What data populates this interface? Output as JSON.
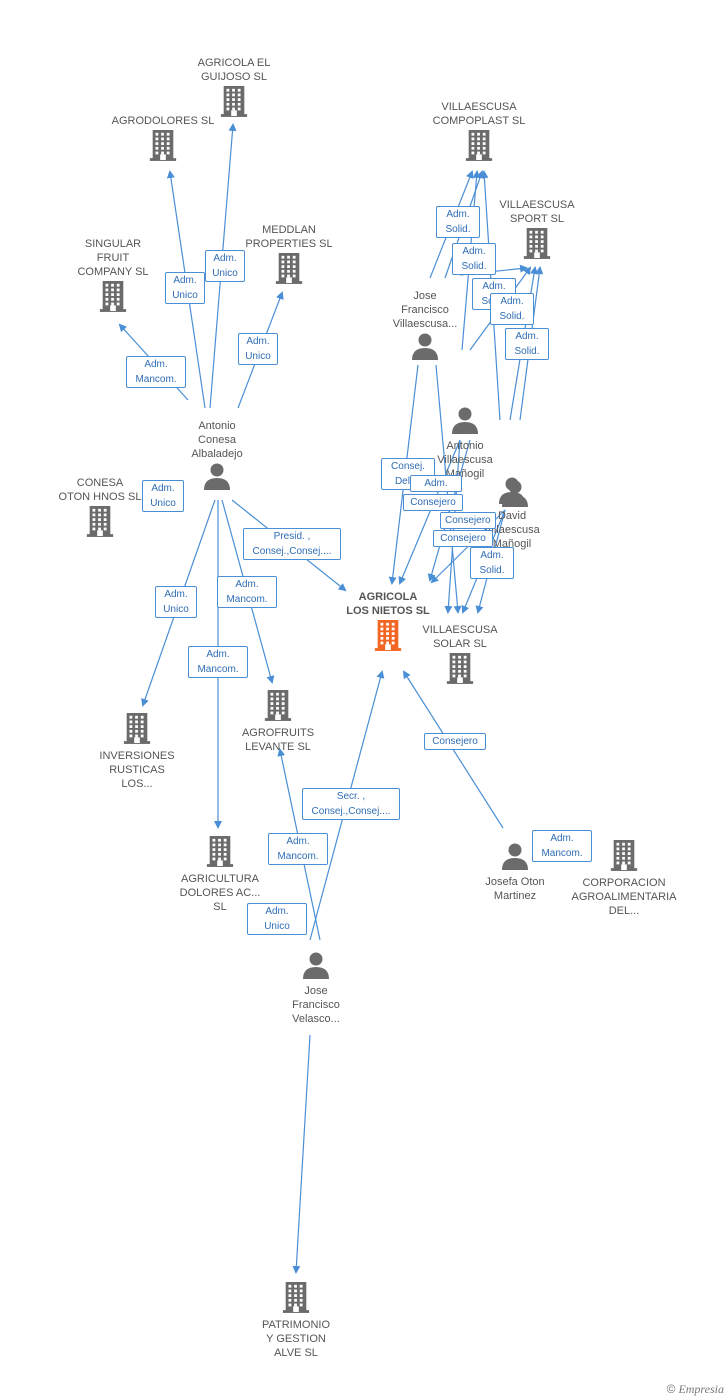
{
  "colors": {
    "edge": "#4a8fd6",
    "company": "#6b6b6b",
    "center": "#f26522",
    "person": "#6b6b6b"
  },
  "nodes": [
    {
      "id": "agricola_guijoso",
      "label": "AGRICOLA EL\nGUIJOSO  SL",
      "kind": "company"
    },
    {
      "id": "agrodolores",
      "label": "AGRODOLORES SL",
      "kind": "company"
    },
    {
      "id": "villaescusa_compoplast",
      "label": "VILLAESCUSA\nCOMPOPLAST SL",
      "kind": "company"
    },
    {
      "id": "villaescusa_sport",
      "label": "VILLAESCUSA\nSPORT SL",
      "kind": "company"
    },
    {
      "id": "meddlan",
      "label": "MEDDLAN\nPROPERTIES SL",
      "kind": "company"
    },
    {
      "id": "singular",
      "label": "SINGULAR\nFRUIT\nCOMPANY SL",
      "kind": "company"
    },
    {
      "id": "jose_fv",
      "label": "Jose\nFrancisco\nVillaescusa...",
      "kind": "person"
    },
    {
      "id": "antonio_vm",
      "label": "Antonio\nVillaescusa\nMañogil",
      "kind": "person"
    },
    {
      "id": "antonio_ca",
      "label": "Antonio\nConesa\nAlbaladejo",
      "kind": "person"
    },
    {
      "id": "david_vm",
      "label": "David\nVillaescusa\nMañogil",
      "kind": "person"
    },
    {
      "id": "conesa_oton",
      "label": "CONESA\nOTON HNOS  SL",
      "kind": "company"
    },
    {
      "id": "person_unnamed",
      "label": "",
      "kind": "person"
    },
    {
      "id": "agricola_nietos",
      "label": "AGRICOLA\nLOS NIETOS SL",
      "kind": "center"
    },
    {
      "id": "villaescusa_solar",
      "label": "VILLAESCUSA\nSOLAR SL",
      "kind": "company"
    },
    {
      "id": "inversiones",
      "label": "INVERSIONES\nRUSTICAS\nLOS...",
      "kind": "company"
    },
    {
      "id": "agrofruits",
      "label": "AGROFRUITS\nLEVANTE SL",
      "kind": "company"
    },
    {
      "id": "agricultura_dolores",
      "label": "AGRICULTURA\nDOLORES AC...\nSL",
      "kind": "company"
    },
    {
      "id": "josefa",
      "label": "Josefa Oton\nMartinez",
      "kind": "person"
    },
    {
      "id": "corporacion",
      "label": "CORPORACION\nAGROALIMENTARIA\nDEL...",
      "kind": "company"
    },
    {
      "id": "jose_fvel",
      "label": "Jose\nFrancisco\nVelasco...",
      "kind": "person"
    },
    {
      "id": "patrimonio",
      "label": "PATRIMONIO\nY GESTION\nALVE  SL",
      "kind": "company"
    }
  ],
  "badges": [
    {
      "id": "b1",
      "text": "Adm.\nUnico"
    },
    {
      "id": "b2",
      "text": "Adm.\nUnico"
    },
    {
      "id": "b3",
      "text": "Adm.\nUnico"
    },
    {
      "id": "b4",
      "text": "Adm.\nMancom."
    },
    {
      "id": "b5",
      "text": "Adm.\nUnico"
    },
    {
      "id": "b6",
      "text": "Presid. ,\nConsej.,Consej...."
    },
    {
      "id": "b7",
      "text": "Adm.\nUnico"
    },
    {
      "id": "b8",
      "text": "Adm.\nMancom."
    },
    {
      "id": "b9",
      "text": "Adm.\nMancom."
    },
    {
      "id": "b10",
      "text": "Adm.\nSolid."
    },
    {
      "id": "b11",
      "text": "Adm.\nSolid."
    },
    {
      "id": "b12",
      "text": "Adm.\nSolid."
    },
    {
      "id": "b13",
      "text": "Adm.\nSolid."
    },
    {
      "id": "b14",
      "text": "Adm.\nSolid."
    },
    {
      "id": "b15",
      "text": "Consej.\nDel...."
    },
    {
      "id": "b16",
      "text": "Consejero"
    },
    {
      "id": "b17",
      "text": "Adm."
    },
    {
      "id": "b18",
      "text": "Consejero"
    },
    {
      "id": "b19",
      "text": "Adm.\nSolid."
    },
    {
      "id": "b20",
      "text": "Consejero"
    },
    {
      "id": "b21",
      "text": "Consejero"
    },
    {
      "id": "b22",
      "text": "Secr. ,\nConsej.,Consej...."
    },
    {
      "id": "b23",
      "text": "Adm.\nMancom."
    },
    {
      "id": "b24",
      "text": "Adm.\nMancom."
    },
    {
      "id": "b25",
      "text": "Adm.\nUnico"
    }
  ],
  "footer": {
    "copyright": "©",
    "brand": "Empresia"
  }
}
